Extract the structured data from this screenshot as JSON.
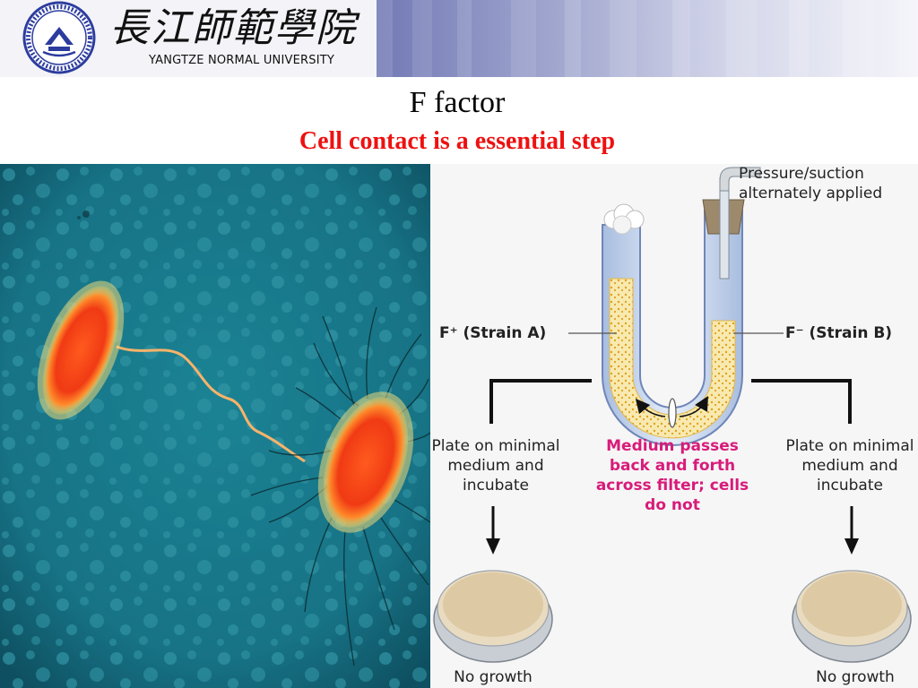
{
  "header": {
    "university_cn": "長江師範學院",
    "university_en": "YANGTZE NORMAL UNIVERSITY"
  },
  "slide": {
    "title": "F factor",
    "subtitle": "Cell contact is a essential step"
  },
  "diagram": {
    "pressure_label": "Pressure/suction alternately applied",
    "strain_a": "F⁺ (Strain A)",
    "strain_b": "F⁻ (Strain B)",
    "plate_a": "Plate on minimal medium and incubate",
    "plate_b": "Plate on minimal medium and incubate",
    "medium_note": "Medium passes back and forth across filter; cells do not",
    "result_a": "No growth",
    "result_b": "No growth"
  },
  "colors": {
    "title": "#000000",
    "subtitle": "#ee1111",
    "medium_note": "#d81b7a"
  }
}
